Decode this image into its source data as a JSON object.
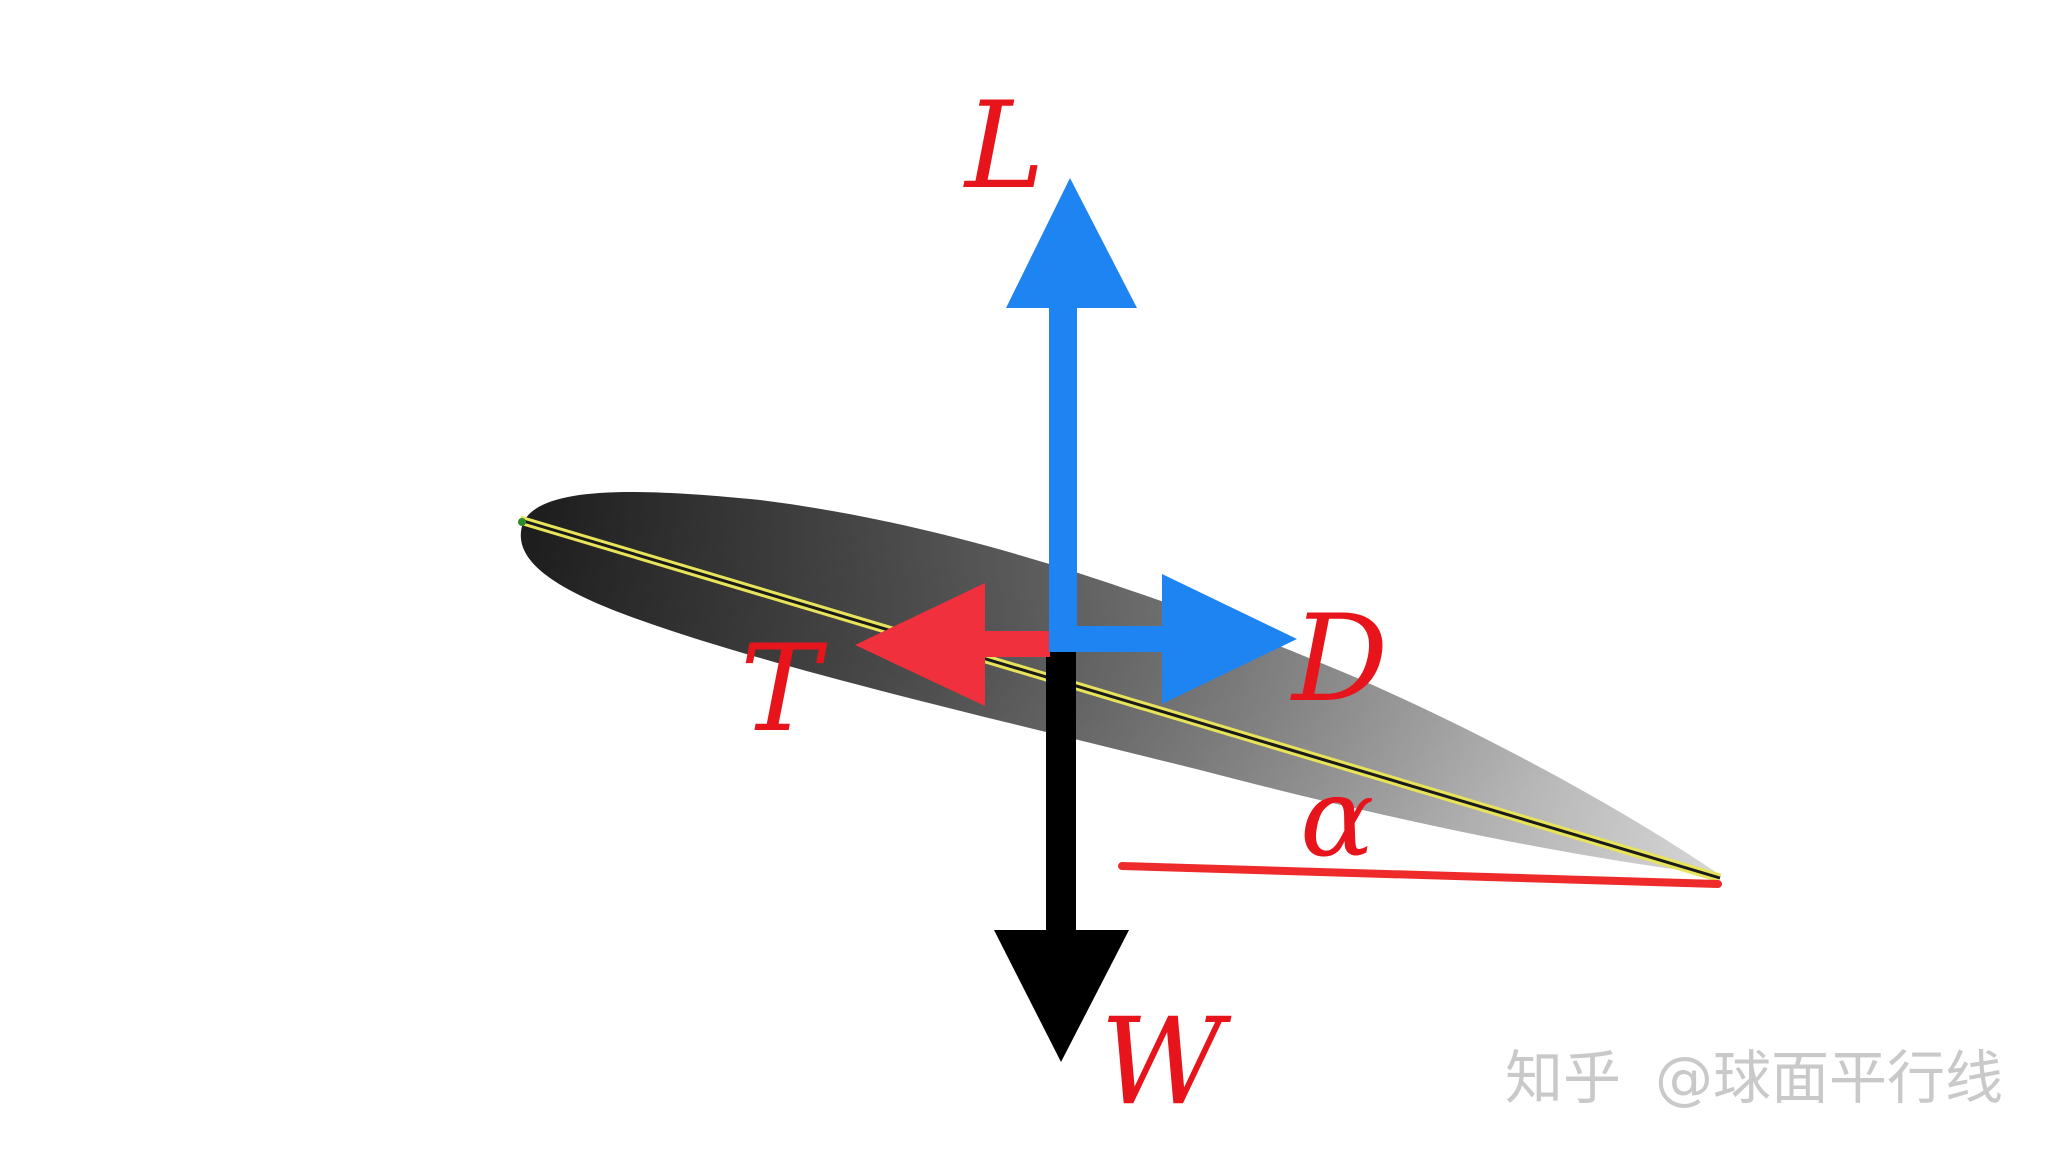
{
  "labels": {
    "lift": "L",
    "drag": "D",
    "thrust": "T",
    "weight": "W",
    "angle_of_attack": "α"
  },
  "watermark": {
    "site": "知乎",
    "author": "@球面平行线"
  },
  "colors": {
    "label_red": "#e8141c",
    "lift_drag_blue": "#1e84f2",
    "thrust_red": "#f0303c",
    "weight_black": "#000000",
    "chord_yellow": "#e7e35a",
    "reference_line_red": "#ee2a2a"
  }
}
